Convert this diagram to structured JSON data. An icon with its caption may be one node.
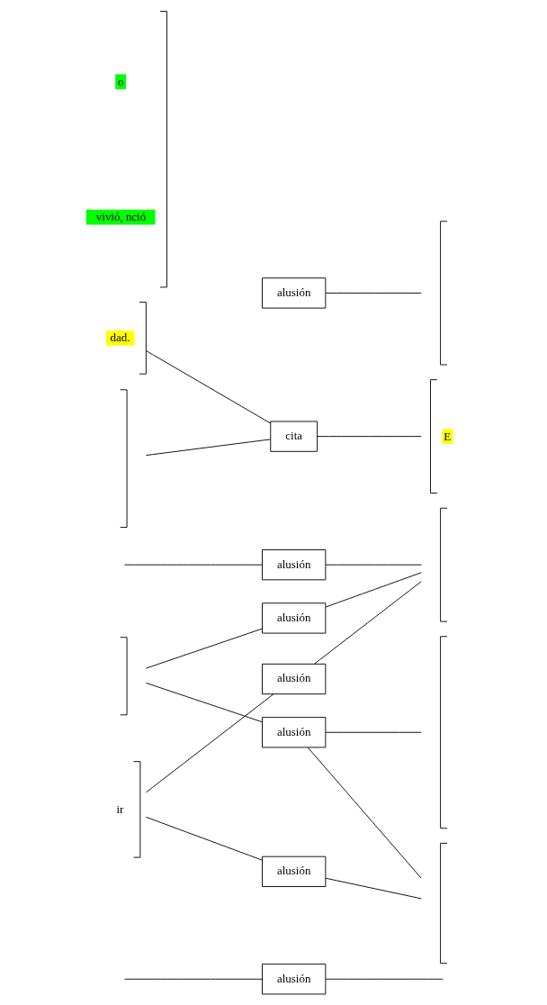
{
  "diagram": {
    "nodes": [
      {
        "text": [
          "alusión"
        ]
      },
      {
        "text": [
          "ir"
        ]
      },
      {
        "text": [],
        "shape": "bracket"
      },
      {
        "text": [
          "alusión"
        ]
      },
      {
        "text": [
          "alusión"
        ]
      },
      {
        "text": [
          "dad."
        ]
      },
      {
        "text": [],
        "shape": "bracket"
      },
      {
        "text": [
          "cita"
        ]
      },
      {
        "text": [
          "o",
          "vivió, nció"
        ]
      },
      {
        "text": [
          "alusión"
        ]
      },
      {
        "text": [
          "E"
        ]
      },
      {
        "text": [],
        "shape": "bracket"
      },
      {
        "text": [],
        "shape": "bracket"
      },
      {
        "text": [
          "alusión"
        ]
      },
      {
        "text": [
          "alusión"
        ]
      },
      {
        "text": [],
        "shape": "bracket"
      },
      {
        "text": [],
        "shape": "bracket"
      },
      {
        "text": [
          "alusión"
        ]
      }
    ],
    "edges": [
      {
        "from": null,
        "to": 0,
        "arrow": "none"
      },
      {
        "from": 0,
        "to": null,
        "arrow": "none"
      },
      {
        "from": 1,
        "to": 14,
        "arrow": "none"
      },
      {
        "from": 1,
        "to": 3,
        "arrow": "none"
      },
      {
        "from": null,
        "to": 4,
        "arrow": "none"
      },
      {
        "from": 5,
        "to": 7,
        "arrow": "none"
      },
      {
        "from": 3,
        "to": 6,
        "arrow": "none"
      },
      {
        "from": 4,
        "to": 6,
        "arrow": "none"
      },
      {
        "from": 7,
        "to": 10,
        "arrow": "none"
      },
      {
        "from": 9,
        "to": 11,
        "arrow": "none"
      },
      {
        "from": 7,
        "to": 12,
        "arrow": "none"
      },
      {
        "from": 13,
        "to": 15,
        "arrow": "none"
      },
      {
        "from": 6,
        "to": 13,
        "arrow": "none"
      },
      {
        "from": 2,
        "to": 17,
        "arrow": "none"
      },
      {
        "from": 15,
        "to": 17,
        "arrow": "none"
      },
      {
        "from": 17,
        "to": 16,
        "arrow": "none"
      },
      {
        "from": 14,
        "to": 16,
        "arrow": "none"
      }
    ]
  }
}
